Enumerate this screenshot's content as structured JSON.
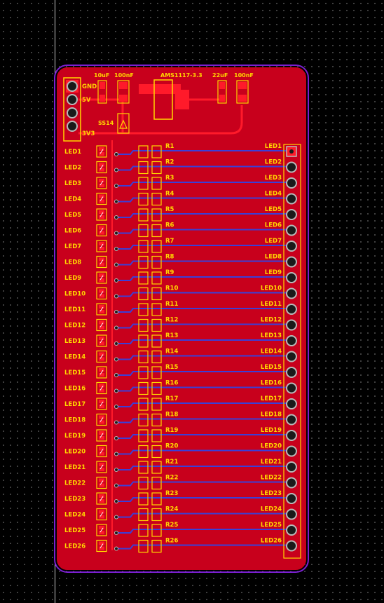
{
  "colors": {
    "board_outline": "#7a1fd0",
    "copper_top": "#c8001c",
    "copper_bright": "#ff1a2a",
    "silkscreen": "#ffd700",
    "bottom_trace": "#3a3fd8",
    "pad_ring": "#b9b9b9",
    "background": "#000000"
  },
  "power_header": {
    "pins": [
      {
        "label": "GND"
      },
      {
        "label": "5V"
      },
      {
        "label": ""
      },
      {
        "label": "3V3"
      }
    ]
  },
  "components": {
    "cap1": "10uF",
    "cap2": "100nF",
    "regulator": "AMS1117-3.3",
    "cap3": "22uF",
    "cap4": "100nF",
    "diode": "SS14"
  },
  "led_labels": [
    "LED1",
    "LED2",
    "LED3",
    "LED4",
    "LED5",
    "LED6",
    "LED7",
    "LED8",
    "LED9",
    "LED10",
    "LED11",
    "LED12",
    "LED13",
    "LED14",
    "LED15",
    "LED16",
    "LED17",
    "LED18",
    "LED19",
    "LED20",
    "LED21",
    "LED22",
    "LED23",
    "LED24",
    "LED25",
    "LED26"
  ],
  "resistor_labels": [
    "R1",
    "R2",
    "R3",
    "R4",
    "R5",
    "R6",
    "R7",
    "R8",
    "R9",
    "R10",
    "R11",
    "R12",
    "R13",
    "R14",
    "R15",
    "R16",
    "R17",
    "R18",
    "R19",
    "R20",
    "R21",
    "R22",
    "R23",
    "R24",
    "R25",
    "R26"
  ],
  "connector_labels": [
    "LED1",
    "LED2",
    "LED3",
    "LED4",
    "LED5",
    "LED6",
    "LED7",
    "LED8",
    "LED9",
    "LED10",
    "LED11",
    "LED12",
    "LED13",
    "LED14",
    "LED15",
    "LED16",
    "LED17",
    "LED18",
    "LED19",
    "LED20",
    "LED21",
    "LED22",
    "LED23",
    "LED24",
    "LED25",
    "LED26"
  ]
}
